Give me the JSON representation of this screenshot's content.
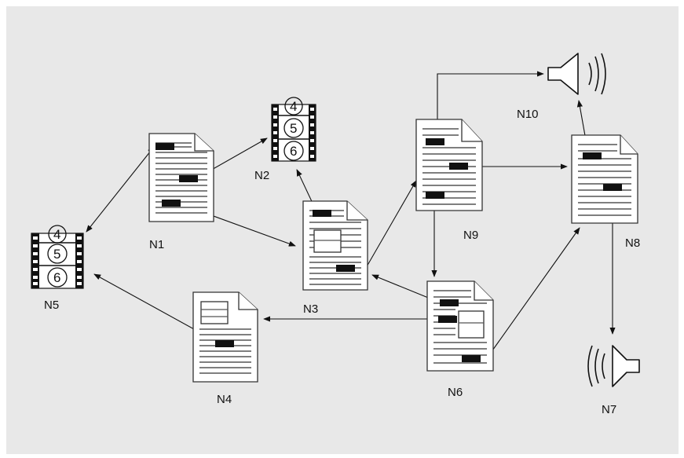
{
  "diagram": {
    "background_color": "#e8e8e8",
    "nodes": {
      "n1": {
        "label": "N1",
        "kind": "document"
      },
      "n2": {
        "label": "N2",
        "kind": "video",
        "frames": [
          "4",
          "5",
          "6"
        ]
      },
      "n3": {
        "label": "N3",
        "kind": "document"
      },
      "n4": {
        "label": "N4",
        "kind": "document"
      },
      "n5": {
        "label": "N5",
        "kind": "video",
        "frames": [
          "4",
          "5",
          "6"
        ]
      },
      "n6": {
        "label": "N6",
        "kind": "document"
      },
      "n7": {
        "label": "N7",
        "kind": "audio"
      },
      "n8": {
        "label": "N8",
        "kind": "document"
      },
      "n9": {
        "label": "N9",
        "kind": "document"
      },
      "n10": {
        "label": "N10",
        "kind": "audio"
      }
    },
    "links": [
      {
        "from": "N1",
        "to": "N5"
      },
      {
        "from": "N1",
        "to": "N2"
      },
      {
        "from": "N1",
        "to": "N3"
      },
      {
        "from": "N3",
        "to": "N2"
      },
      {
        "from": "N3",
        "to": "N9"
      },
      {
        "from": "N4",
        "to": "N5"
      },
      {
        "from": "N6",
        "to": "N3"
      },
      {
        "from": "N6",
        "to": "N4"
      },
      {
        "from": "N6",
        "to": "N8"
      },
      {
        "from": "N9",
        "to": "N6"
      },
      {
        "from": "N9",
        "to": "N8"
      },
      {
        "from": "N9",
        "to": "N10"
      },
      {
        "from": "N8",
        "to": "N10"
      },
      {
        "from": "N8",
        "to": "N7"
      }
    ]
  }
}
